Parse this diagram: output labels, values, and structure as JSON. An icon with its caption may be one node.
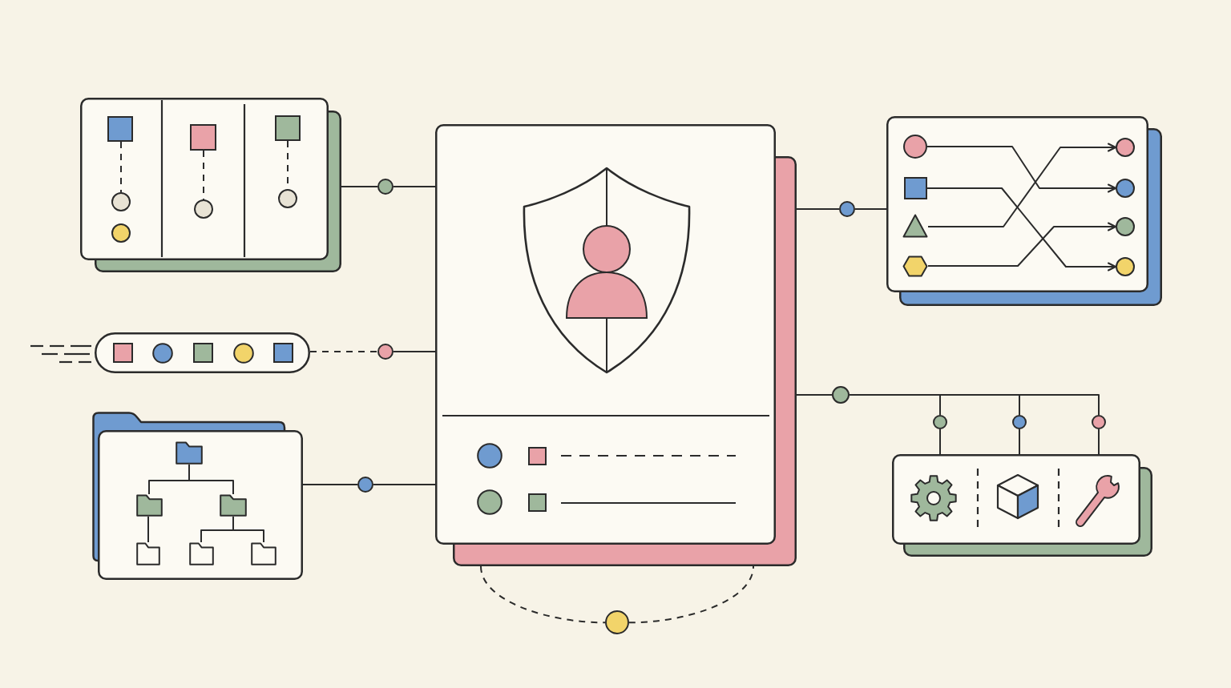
{
  "diagram": {
    "nodes": [
      {
        "text": [],
        "shape": "box"
      },
      {
        "text": [],
        "shape": "square",
        "in": 0
      },
      {
        "text": [],
        "shape": "circle",
        "in": 0
      },
      {
        "text": [],
        "shape": "circle",
        "in": 0
      },
      {
        "text": [],
        "shape": "square",
        "in": 0
      },
      {
        "text": [],
        "shape": "circle",
        "in": 0
      },
      {
        "text": [],
        "shape": "square",
        "in": 0
      },
      {
        "text": [],
        "shape": "circle",
        "in": 0
      },
      {
        "text": [],
        "shape": "circle"
      },
      {
        "text": [],
        "shape": "pill"
      },
      {
        "text": [],
        "shape": "circle"
      },
      {
        "text": [],
        "shape": "folder"
      },
      {
        "text": [],
        "shape": "folder",
        "in": 11
      },
      {
        "text": [],
        "shape": "folder",
        "in": 11
      },
      {
        "text": [],
        "shape": "folder",
        "in": 11
      },
      {
        "text": [],
        "shape": "folder",
        "in": 11
      },
      {
        "text": [],
        "shape": "folder",
        "in": 11
      },
      {
        "text": [],
        "shape": "folder",
        "in": 11
      },
      {
        "text": [],
        "shape": "circle"
      },
      {
        "text": [],
        "shape": "box"
      },
      {
        "text": [],
        "shape": "circle"
      },
      {
        "text": [],
        "shape": "circle"
      },
      {
        "text": [],
        "shape": "box"
      },
      {
        "text": [],
        "shape": "circle",
        "in": 22
      },
      {
        "text": [],
        "shape": "square",
        "in": 22
      },
      {
        "text": [],
        "shape": "triangle",
        "in": 22
      },
      {
        "text": [],
        "shape": "hexagon",
        "in": 22
      },
      {
        "text": [],
        "shape": "circle",
        "in": 22
      },
      {
        "text": [],
        "shape": "circle",
        "in": 22
      },
      {
        "text": [],
        "shape": "circle",
        "in": 22
      },
      {
        "text": [],
        "shape": "circle",
        "in": 22
      },
      {
        "text": [],
        "shape": "circle"
      },
      {
        "text": [],
        "shape": "circle"
      },
      {
        "text": [],
        "shape": "circle"
      },
      {
        "text": [],
        "shape": "circle"
      },
      {
        "text": [],
        "shape": "box"
      }
    ],
    "edges": [
      {
        "from": 0,
        "to": 8,
        "arrow": "none"
      },
      {
        "from": 8,
        "to": 19,
        "arrow": "none"
      },
      {
        "from": 1,
        "to": 2,
        "arrow": "none",
        "style": "dashed"
      },
      {
        "from": 4,
        "to": 5,
        "arrow": "none",
        "style": "dashed"
      },
      {
        "from": 6,
        "to": 7,
        "arrow": "none",
        "style": "dashed"
      },
      {
        "from": 9,
        "to": 10,
        "arrow": "none",
        "style": "dashed"
      },
      {
        "from": 10,
        "to": 19,
        "arrow": "none"
      },
      {
        "from": 12,
        "to": 13,
        "arrow": "none"
      },
      {
        "from": 12,
        "to": 14,
        "arrow": "none"
      },
      {
        "from": 13,
        "to": 15,
        "arrow": "none"
      },
      {
        "from": 14,
        "to": 16,
        "arrow": "none"
      },
      {
        "from": 14,
        "to": 17,
        "arrow": "none"
      },
      {
        "from": 11,
        "to": 18,
        "arrow": "none"
      },
      {
        "from": 18,
        "to": 19,
        "arrow": "none"
      },
      {
        "from": 19,
        "to": 20,
        "arrow": "none",
        "style": "dashed"
      },
      {
        "from": 20,
        "to": 19,
        "arrow": "none",
        "style": "dashed"
      },
      {
        "from": 19,
        "to": 21,
        "arrow": "none"
      },
      {
        "from": 21,
        "to": 22,
        "arrow": "none"
      },
      {
        "from": 23,
        "to": 28,
        "arrow": "to"
      },
      {
        "from": 24,
        "to": 30,
        "arrow": "to"
      },
      {
        "from": 25,
        "to": 27,
        "arrow": "to"
      },
      {
        "from": 26,
        "to": 29,
        "arrow": "to"
      },
      {
        "from": 19,
        "to": 31,
        "arrow": "none"
      },
      {
        "from": 31,
        "to": 32,
        "arrow": "none"
      },
      {
        "from": 31,
        "to": 33,
        "arrow": "none"
      },
      {
        "from": 31,
        "to": 34,
        "arrow": "none"
      },
      {
        "from": 32,
        "to": 35,
        "arrow": "none"
      },
      {
        "from": 33,
        "to": 35,
        "arrow": "none"
      },
      {
        "from": 34,
        "to": 35,
        "arrow": "none"
      }
    ]
  }
}
